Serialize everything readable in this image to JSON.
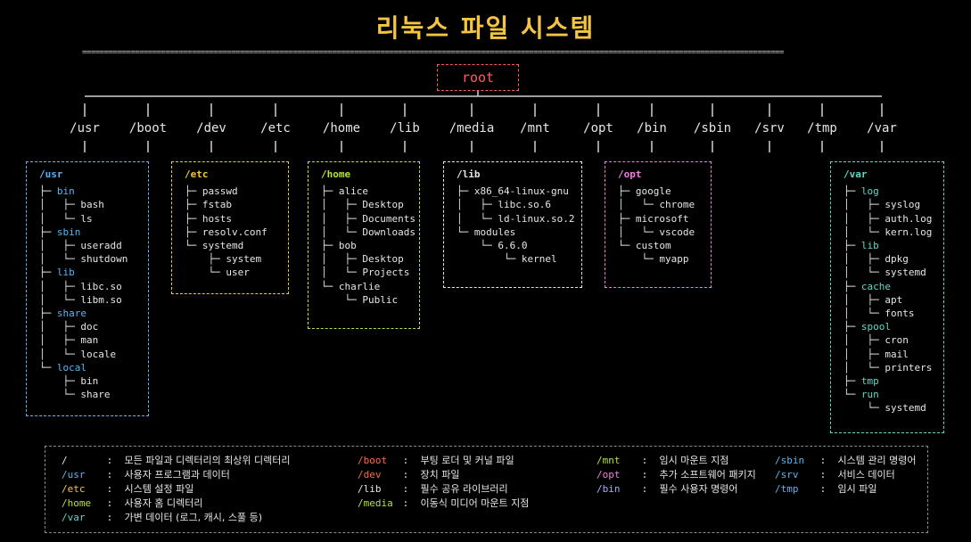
{
  "title": "리눅스 파일 시스템",
  "rule": "================================================================================================================================================================",
  "root": "root",
  "colors": {
    "root": "#ff5b5b",
    "usr": "#5ab4f0",
    "etc": "#f5c542",
    "home": "#b5e33b",
    "lib": "#e6e6e6",
    "opt": "#f57ae6",
    "var": "#5fd8c8",
    "title": "#f5c542"
  },
  "top_dirs": [
    "/usr",
    "/boot",
    "/dev",
    "/etc",
    "/home",
    "/lib",
    "/media",
    "/mnt",
    "/opt",
    "/bin",
    "/sbin",
    "/srv",
    "/tmp",
    "/var"
  ],
  "boxes": {
    "usr": {
      "header": "/usr",
      "rows": [
        {
          "t": "├─ ",
          "n": "bin",
          "dir": true
        },
        {
          "t": "│   ├─ ",
          "n": "bash"
        },
        {
          "t": "│   └─ ",
          "n": "ls"
        },
        {
          "t": "├─ ",
          "n": "sbin",
          "dir": true
        },
        {
          "t": "│   ├─ ",
          "n": "useradd"
        },
        {
          "t": "│   └─ ",
          "n": "shutdown"
        },
        {
          "t": "├─ ",
          "n": "lib",
          "dir": true
        },
        {
          "t": "│   ├─ ",
          "n": "libc.so"
        },
        {
          "t": "│   └─ ",
          "n": "libm.so"
        },
        {
          "t": "├─ ",
          "n": "share",
          "dir": true
        },
        {
          "t": "│   ├─ ",
          "n": "doc"
        },
        {
          "t": "│   ├─ ",
          "n": "man"
        },
        {
          "t": "│   └─ ",
          "n": "locale"
        },
        {
          "t": "└─ ",
          "n": "local",
          "dir": true
        },
        {
          "t": "    ├─ ",
          "n": "bin"
        },
        {
          "t": "    └─ ",
          "n": "share"
        }
      ]
    },
    "etc": {
      "header": "/etc",
      "rows": [
        {
          "t": "├─ ",
          "n": "passwd"
        },
        {
          "t": "├─ ",
          "n": "fstab"
        },
        {
          "t": "├─ ",
          "n": "hosts"
        },
        {
          "t": "├─ ",
          "n": "resolv.conf"
        },
        {
          "t": "└─ ",
          "n": "systemd"
        },
        {
          "t": "    ├─ ",
          "n": "system"
        },
        {
          "t": "    └─ ",
          "n": "user"
        }
      ]
    },
    "home": {
      "header": "/home",
      "rows": [
        {
          "t": "├─ ",
          "n": "alice"
        },
        {
          "t": "│   ├─ ",
          "n": "Desktop"
        },
        {
          "t": "│   ├─ ",
          "n": "Documents"
        },
        {
          "t": "│   └─ ",
          "n": "Downloads"
        },
        {
          "t": "├─ ",
          "n": "bob"
        },
        {
          "t": "│   ├─ ",
          "n": "Desktop"
        },
        {
          "t": "│   └─ ",
          "n": "Projects"
        },
        {
          "t": "└─ ",
          "n": "charlie"
        },
        {
          "t": "    └─ ",
          "n": "Public"
        }
      ]
    },
    "lib": {
      "header": "/lib",
      "rows": [
        {
          "t": "├─ ",
          "n": "x86_64-linux-gnu"
        },
        {
          "t": "│   ├─ ",
          "n": "libc.so.6"
        },
        {
          "t": "│   └─ ",
          "n": "ld-linux.so.2"
        },
        {
          "t": "└─ ",
          "n": "modules"
        },
        {
          "t": "    └─ ",
          "n": "6.6.0"
        },
        {
          "t": "        └─ ",
          "n": "kernel"
        }
      ]
    },
    "opt": {
      "header": "/opt",
      "rows": [
        {
          "t": "├─ ",
          "n": "google"
        },
        {
          "t": "│   └─ ",
          "n": "chrome"
        },
        {
          "t": "├─ ",
          "n": "microsoft"
        },
        {
          "t": "│   └─ ",
          "n": "vscode"
        },
        {
          "t": "└─ ",
          "n": "custom"
        },
        {
          "t": "    └─ ",
          "n": "myapp"
        }
      ]
    },
    "var": {
      "header": "/var",
      "rows": [
        {
          "t": "├─ ",
          "n": "log",
          "dir": true
        },
        {
          "t": "│   ├─ ",
          "n": "syslog"
        },
        {
          "t": "│   ├─ ",
          "n": "auth.log"
        },
        {
          "t": "│   └─ ",
          "n": "kern.log"
        },
        {
          "t": "├─ ",
          "n": "lib",
          "dir": true
        },
        {
          "t": "│   ├─ ",
          "n": "dpkg"
        },
        {
          "t": "│   └─ ",
          "n": "systemd"
        },
        {
          "t": "├─ ",
          "n": "cache",
          "dir": true
        },
        {
          "t": "│   ├─ ",
          "n": "apt"
        },
        {
          "t": "│   └─ ",
          "n": "fonts"
        },
        {
          "t": "├─ ",
          "n": "spool",
          "dir": true
        },
        {
          "t": "│   ├─ ",
          "n": "cron"
        },
        {
          "t": "│   ├─ ",
          "n": "mail"
        },
        {
          "t": "│   └─ ",
          "n": "printers"
        },
        {
          "t": "├─ ",
          "n": "tmp",
          "dir": true
        },
        {
          "t": "└─ ",
          "n": "run",
          "dir": true
        },
        {
          "t": "    └─ ",
          "n": "systemd"
        }
      ]
    }
  },
  "legend": [
    [
      {
        "k": "/",
        "d": "모든 파일과 디렉터리의 최상위 디렉터리",
        "color": "#e6e6e6"
      },
      {
        "k": "/usr",
        "d": "사용자 프로그램과 데이터",
        "color": "#5ab4f0"
      },
      {
        "k": "/etc",
        "d": "시스템 설정 파일",
        "color": "#f5c542"
      },
      {
        "k": "/home",
        "d": "사용자 홈 디렉터리",
        "color": "#b5e33b"
      },
      {
        "k": "/var",
        "d": "가변 데이터 (로그, 캐시, 스풀 등)",
        "color": "#5fd8c8"
      }
    ],
    [
      {
        "k": "/boot",
        "d": "부팅 로더 및 커널 파일",
        "color": "#ff6b4a"
      },
      {
        "k": "/dev",
        "d": "장치 파일",
        "color": "#ff6b4a"
      },
      {
        "k": "/lib",
        "d": "필수 공유 라이브러리",
        "color": "#e6e6e6"
      },
      {
        "k": "/media",
        "d": "이동식 미디어 마운트 지점",
        "color": "#b5e33b"
      }
    ],
    [
      {
        "k": "/mnt",
        "d": "임시 마운트 지점",
        "color": "#b5e33b"
      },
      {
        "k": "/opt",
        "d": "추가 소프트웨어 패키지",
        "color": "#f57ae6"
      },
      {
        "k": "/bin",
        "d": "필수 사용자 명령어",
        "color": "#a9a9ff"
      }
    ],
    [
      {
        "k": "/sbin",
        "d": "시스템 관리 명령어",
        "color": "#5ab4f0"
      },
      {
        "k": "/srv",
        "d": "서비스 데이터",
        "color": "#5ab4f0"
      },
      {
        "k": "/tmp",
        "d": "임시 파일",
        "color": "#5ab4f0"
      }
    ]
  ]
}
